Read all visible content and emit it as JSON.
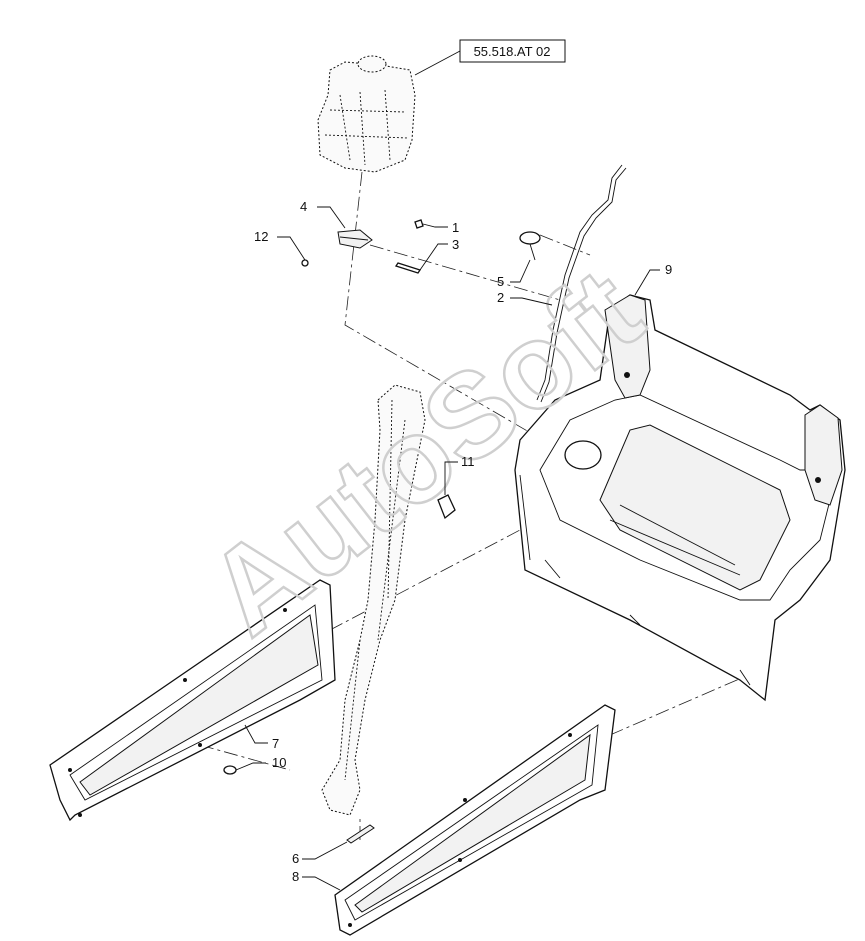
{
  "reference_label": "55.518.AT 02",
  "watermark": "AutoSoft",
  "callouts": [
    {
      "id": "1",
      "label": "1"
    },
    {
      "id": "2",
      "label": "2"
    },
    {
      "id": "3",
      "label": "3"
    },
    {
      "id": "4",
      "label": "4"
    },
    {
      "id": "5",
      "label": "5"
    },
    {
      "id": "6",
      "label": "6"
    },
    {
      "id": "7",
      "label": "7"
    },
    {
      "id": "8",
      "label": "8"
    },
    {
      "id": "9",
      "label": "9"
    },
    {
      "id": "10",
      "label": "10"
    },
    {
      "id": "11",
      "label": "11"
    },
    {
      "id": "12",
      "label": "12"
    }
  ]
}
